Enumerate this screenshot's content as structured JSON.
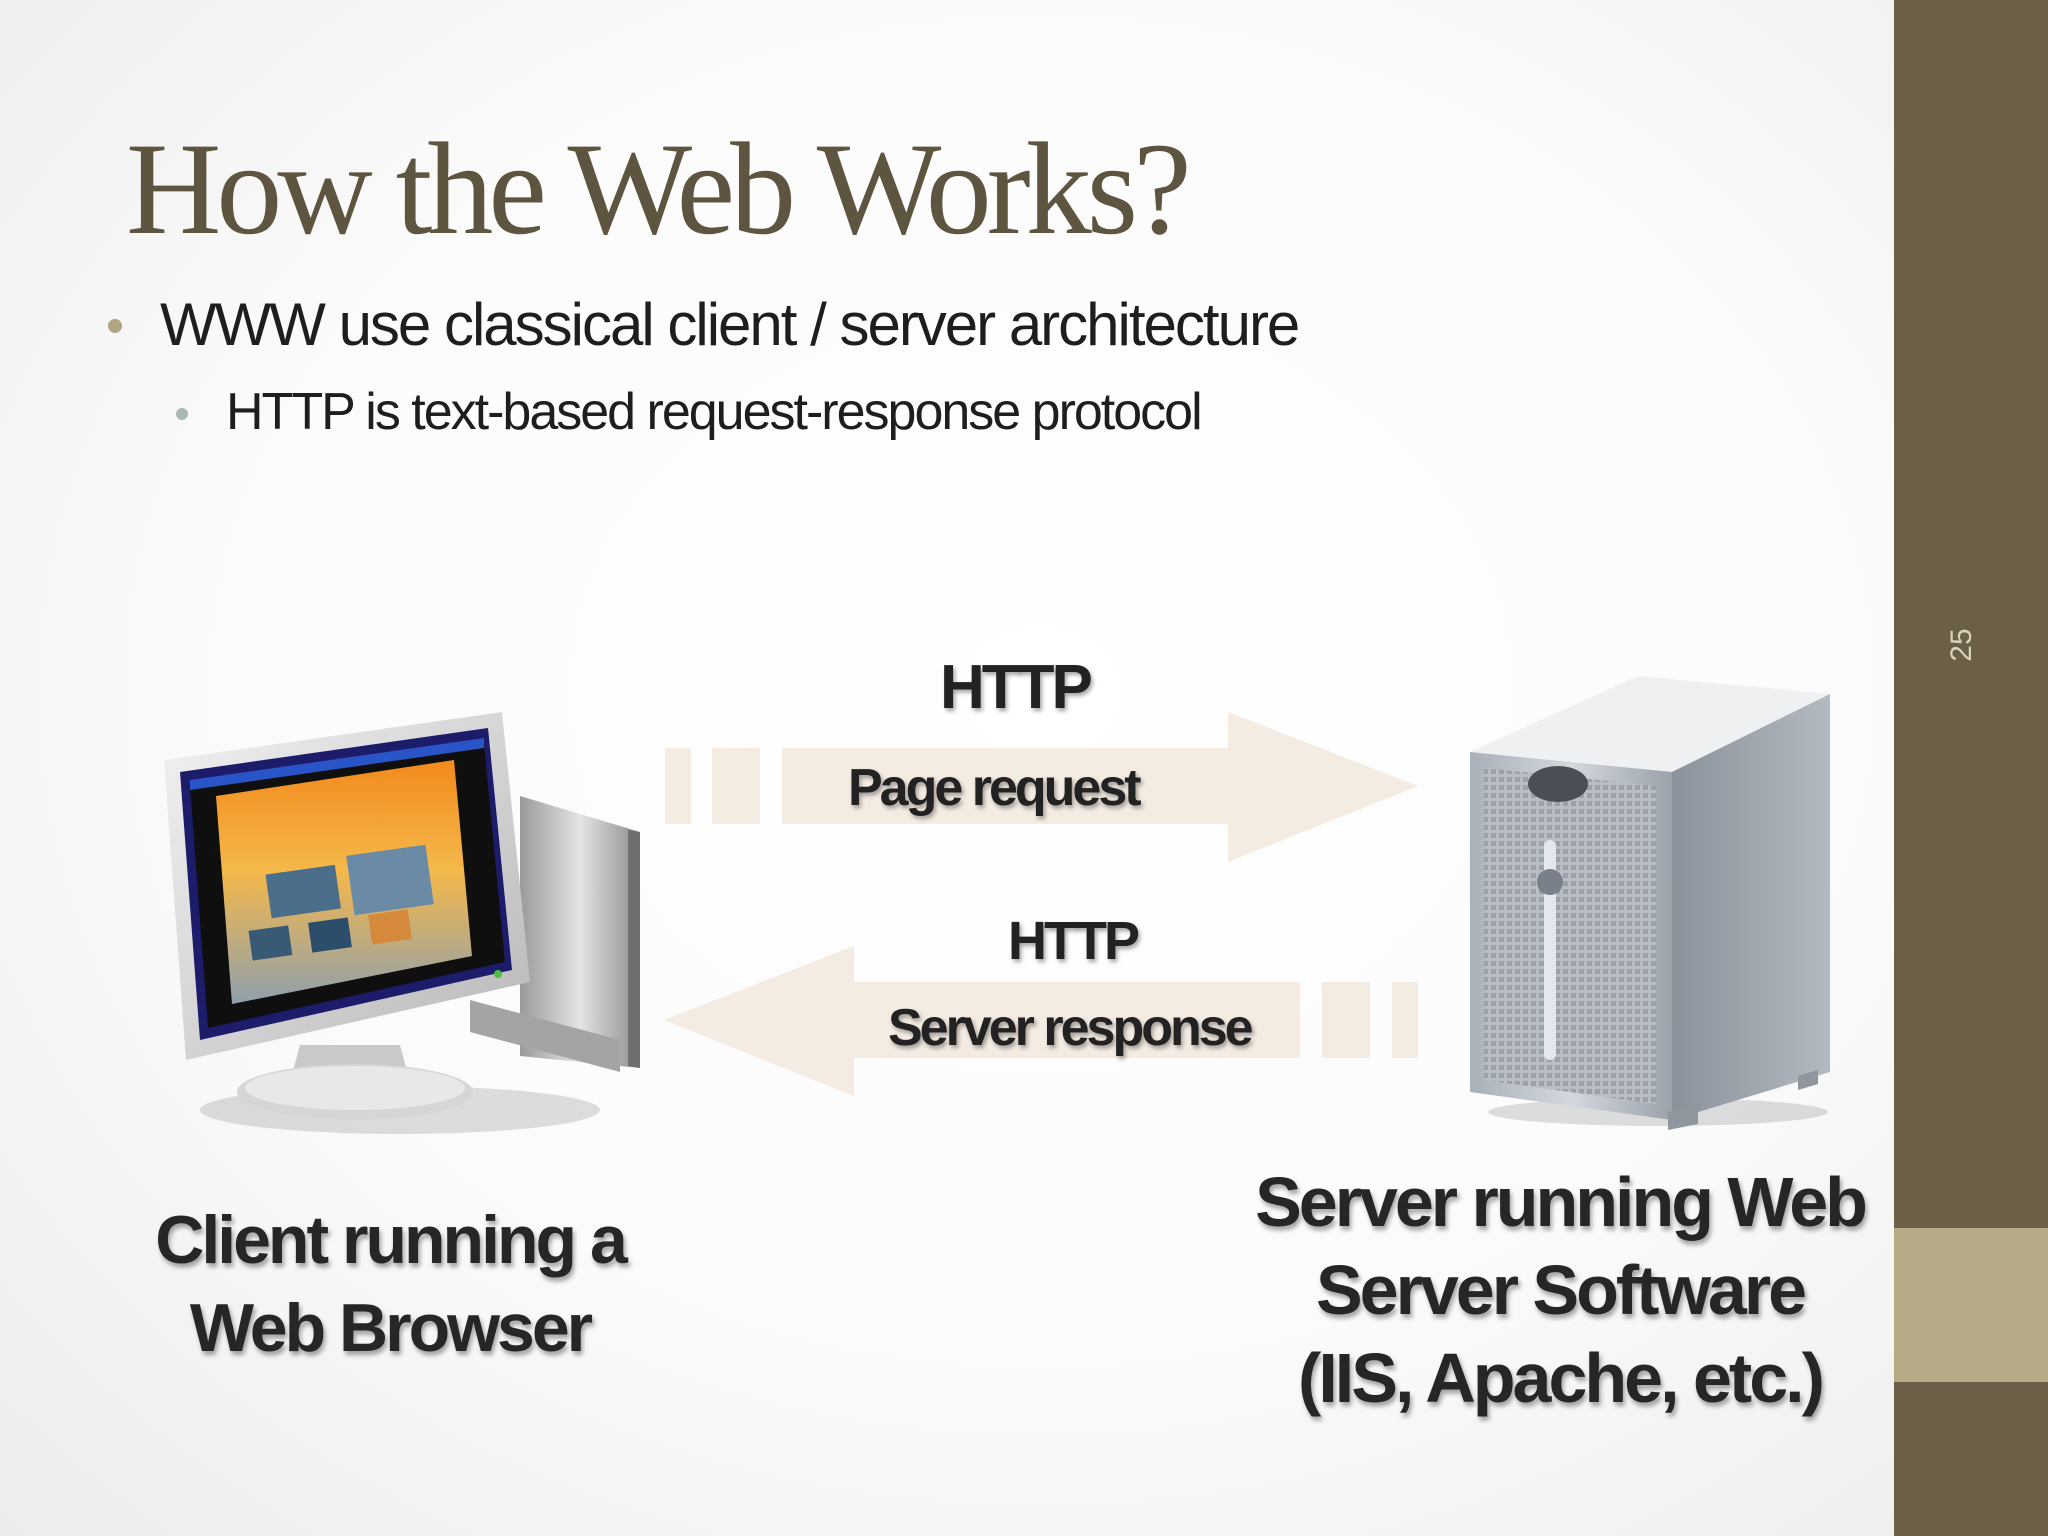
{
  "slide": {
    "title": "How the Web Works?",
    "page_number": "25",
    "bullets": [
      {
        "level": 1,
        "text": "WWW use classical client /  server architecture"
      },
      {
        "level": 2,
        "text": "HTTP is text-based request-response protocol"
      }
    ]
  },
  "diagram": {
    "request": {
      "protocol": "HTTP",
      "label": "Page request"
    },
    "response": {
      "protocol": "HTTP",
      "label": "Server response"
    },
    "client": {
      "caption_lines": [
        "Client running a",
        "Web Browser"
      ],
      "icon": "computer-monitor-icon"
    },
    "server": {
      "caption_lines": [
        "Server running Web",
        "Server Software",
        "(IIS, Apache, etc.)"
      ],
      "icon": "server-tower-icon"
    }
  },
  "colors": {
    "title": "#5e5540",
    "sidebar": "#6b5f48",
    "sidebar_accent": "#b5ab86",
    "arrow": "#f4ece3"
  }
}
